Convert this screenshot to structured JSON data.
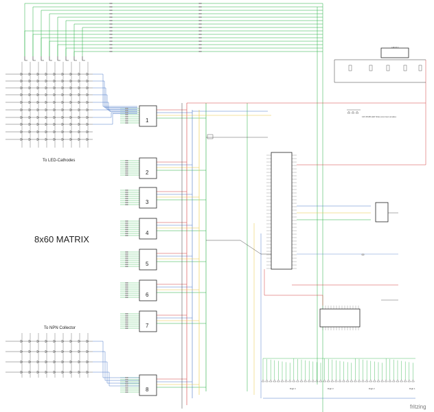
{
  "labels": {
    "title": "8x60 MATRIX",
    "cathodes": "To LED-Cathodes",
    "npn": "To NPN Collector",
    "led_note": "12V RGB LED Strip (common anode)",
    "regulator": "LM1117",
    "brand": "fritzing"
  },
  "shift_register_numbers": [
    "1",
    "2",
    "3",
    "4",
    "5",
    "6",
    "7",
    "8"
  ],
  "digit_labels": [
    "Digit 4",
    "Digit 3",
    "Digit 2",
    "Digit 1"
  ],
  "colors": {
    "green": "#1fae3c",
    "blue": "#4a78c8",
    "red": "#d33a3a",
    "yellow": "#e8c63a",
    "black": "#1a1a1a",
    "gray": "#9a9a9a"
  }
}
